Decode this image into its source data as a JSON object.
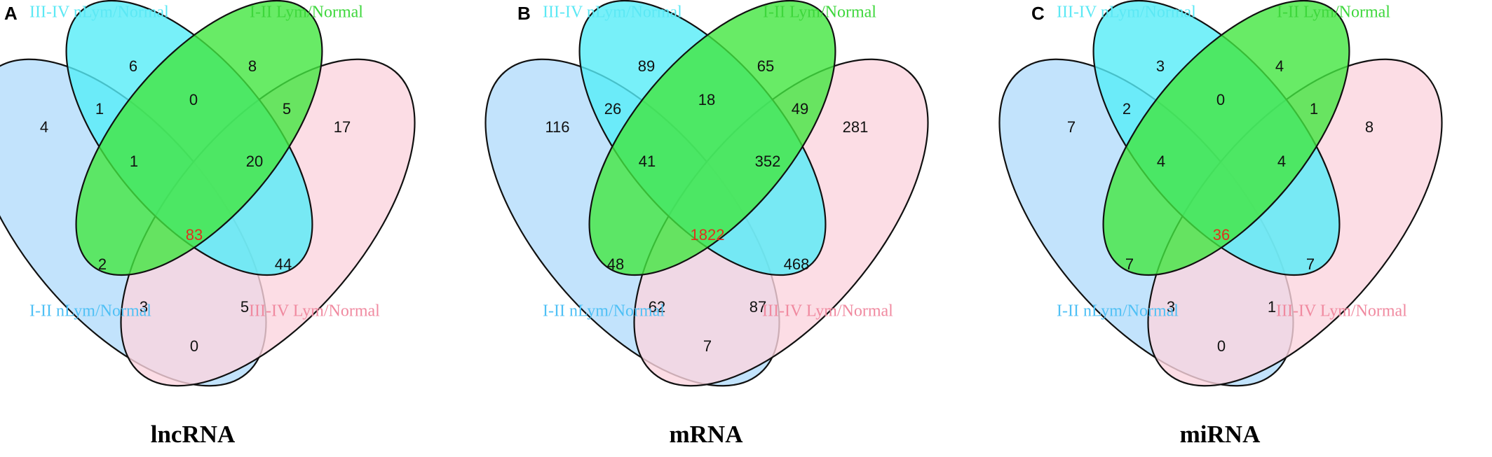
{
  "colors": {
    "set_i_ii_nlym": "#b3dcfb",
    "set_iii_iv_nlym": "#55ecf8",
    "set_i_ii_lym": "#42e640",
    "set_iii_iv_lym": "#fbd5de",
    "label_i_ii_nlym": "#4fc0f5",
    "label_iii_iv_nlym": "#5ce8f4",
    "label_i_ii_lym": "#3ed73c",
    "label_iii_iv_lym": "#f08aa0",
    "center_number": "#e0301e"
  },
  "panels": [
    {
      "letter": "A",
      "title": "lncRNA",
      "labels": {
        "iii_iv_nlym": "III-IV nLym/Normal",
        "i_ii_lym": "I-II Lym/Normal",
        "i_ii_nlym": "I-II nLym/Normal",
        "iii_iv_lym": "III-IV Lym/Normal"
      },
      "regions": {
        "only_i_ii_nlym": "4",
        "only_iii_iv_nlym": "6",
        "only_i_ii_lym": "8",
        "only_iii_iv_lym": "17",
        "i_ii_nlym_iii_iv_nlym": "1",
        "iii_iv_nlym_i_ii_lym": "0",
        "i_ii_lym_iii_iv_lym": "5",
        "i_ii_nlym_iii_iv_nlym_i_ii_lym": "1",
        "iii_iv_nlym_i_ii_lym_iii_iv_lym": "20",
        "all_four": "83",
        "i_ii_nlym_i_ii_lym": "2",
        "iii_iv_nlym_iii_iv_lym": "44",
        "i_ii_nlym_i_ii_lym_iii_iv_lym": "3",
        "i_ii_nlym_iii_iv_nlym_iii_iv_lym": "5",
        "i_ii_nlym_iii_iv_lym": "0"
      }
    },
    {
      "letter": "B",
      "title": "mRNA",
      "labels": {
        "iii_iv_nlym": "III-IV nLym/Normal",
        "i_ii_lym": "I-II Lym/Normal",
        "i_ii_nlym": "I-II nLym/Normal",
        "iii_iv_lym": "III-IV Lym/Normal"
      },
      "regions": {
        "only_i_ii_nlym": "116",
        "only_iii_iv_nlym": "89",
        "only_i_ii_lym": "65",
        "only_iii_iv_lym": "281",
        "i_ii_nlym_iii_iv_nlym": "26",
        "iii_iv_nlym_i_ii_lym": "18",
        "i_ii_lym_iii_iv_lym": "49",
        "i_ii_nlym_iii_iv_nlym_i_ii_lym": "41",
        "iii_iv_nlym_i_ii_lym_iii_iv_lym": "352",
        "all_four": "1822",
        "i_ii_nlym_i_ii_lym": "48",
        "iii_iv_nlym_iii_iv_lym": "468",
        "i_ii_nlym_i_ii_lym_iii_iv_lym": "62",
        "i_ii_nlym_iii_iv_nlym_iii_iv_lym": "87",
        "i_ii_nlym_iii_iv_lym": "7"
      }
    },
    {
      "letter": "C",
      "title": "miRNA",
      "labels": {
        "iii_iv_nlym": "III-IV nLym/Normal",
        "i_ii_lym": "I-II Lym/Normal",
        "i_ii_nlym": "I-II nLym/Normal",
        "iii_iv_lym": "III-IV Lym/Normal"
      },
      "regions": {
        "only_i_ii_nlym": "7",
        "only_iii_iv_nlym": "3",
        "only_i_ii_lym": "4",
        "only_iii_iv_lym": "8",
        "i_ii_nlym_iii_iv_nlym": "2",
        "iii_iv_nlym_i_ii_lym": "0",
        "i_ii_lym_iii_iv_lym": "1",
        "i_ii_nlym_iii_iv_nlym_i_ii_lym": "4",
        "iii_iv_nlym_i_ii_lym_iii_iv_lym": "4",
        "all_four": "36",
        "i_ii_nlym_i_ii_lym": "7",
        "iii_iv_nlym_iii_iv_lym": "7",
        "i_ii_nlym_i_ii_lym_iii_iv_lym": "3",
        "i_ii_nlym_iii_iv_nlym_iii_iv_lym": "1",
        "i_ii_nlym_iii_iv_lym": "0"
      }
    }
  ]
}
